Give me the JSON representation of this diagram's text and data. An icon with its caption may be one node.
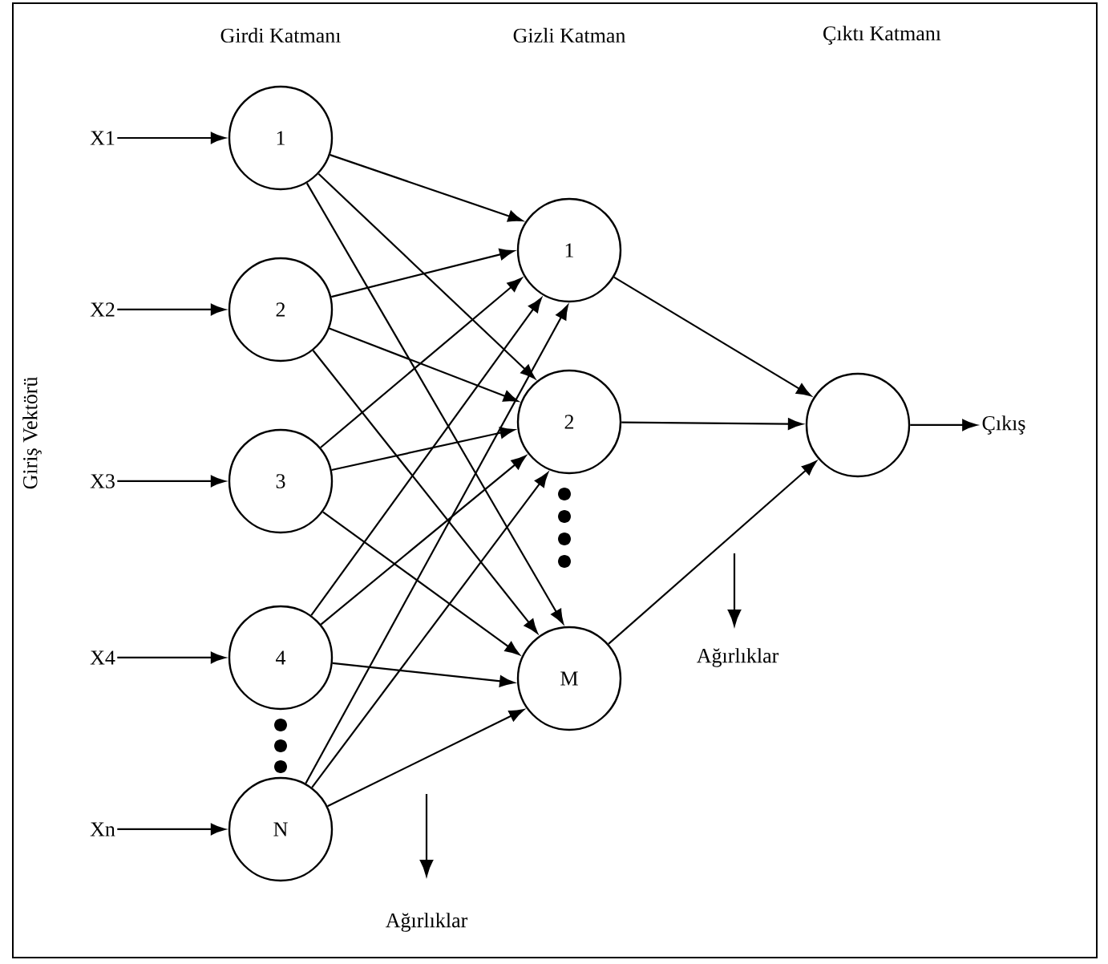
{
  "diagram": {
    "nodes": [
      {
        "text": [
          "X1"
        ]
      },
      {
        "text": [
          "X2"
        ]
      },
      {
        "text": [
          "X3"
        ]
      },
      {
        "text": [
          "X4"
        ]
      },
      {
        "text": [
          "Xn"
        ]
      },
      {
        "text": [
          "1"
        ]
      },
      {
        "text": [
          "2"
        ]
      },
      {
        "text": [
          "3"
        ]
      },
      {
        "text": [
          "4"
        ]
      },
      {
        "text": [
          "N"
        ]
      },
      {
        "text": [
          "1"
        ]
      },
      {
        "text": [
          "2"
        ]
      },
      {
        "text": [
          "M"
        ]
      },
      {
        "text": [],
        "shape": "circle"
      },
      {
        "text": [
          "Çıkış"
        ]
      }
    ],
    "edges": [
      {
        "from": 0,
        "to": 5,
        "arrow": "to"
      },
      {
        "from": 1,
        "to": 6,
        "arrow": "to"
      },
      {
        "from": 2,
        "to": 7,
        "arrow": "to"
      },
      {
        "from": 3,
        "to": 8,
        "arrow": "to"
      },
      {
        "from": 4,
        "to": 9,
        "arrow": "to"
      },
      {
        "from": 5,
        "to": 10,
        "arrow": "to"
      },
      {
        "from": 5,
        "to": 11,
        "arrow": "to"
      },
      {
        "from": 5,
        "to": 12,
        "arrow": "to"
      },
      {
        "from": 6,
        "to": 10,
        "arrow": "to"
      },
      {
        "from": 6,
        "to": 11,
        "arrow": "to"
      },
      {
        "from": 6,
        "to": 12,
        "arrow": "to"
      },
      {
        "from": 7,
        "to": 10,
        "arrow": "to"
      },
      {
        "from": 7,
        "to": 11,
        "arrow": "to"
      },
      {
        "from": 7,
        "to": 12,
        "arrow": "to"
      },
      {
        "from": 8,
        "to": 10,
        "arrow": "to"
      },
      {
        "from": 8,
        "to": 11,
        "arrow": "to"
      },
      {
        "from": 8,
        "to": 12,
        "arrow": "to"
      },
      {
        "from": 9,
        "to": 10,
        "arrow": "to"
      },
      {
        "from": 9,
        "to": 11,
        "arrow": "to"
      },
      {
        "from": 9,
        "to": 12,
        "arrow": "to"
      },
      {
        "from": 10,
        "to": 13,
        "arrow": "to"
      },
      {
        "from": 11,
        "to": 13,
        "arrow": "to"
      },
      {
        "from": 12,
        "to": 13,
        "arrow": "to"
      },
      {
        "from": 13,
        "to": 14,
        "arrow": "to"
      }
    ],
    "labels": [
      "Girdi Katmanı",
      "Gizli Katman",
      "Çıktı Katmanı",
      "Giriş Vektörü",
      "Ağırlıklar",
      "Ağırlıklar"
    ]
  }
}
